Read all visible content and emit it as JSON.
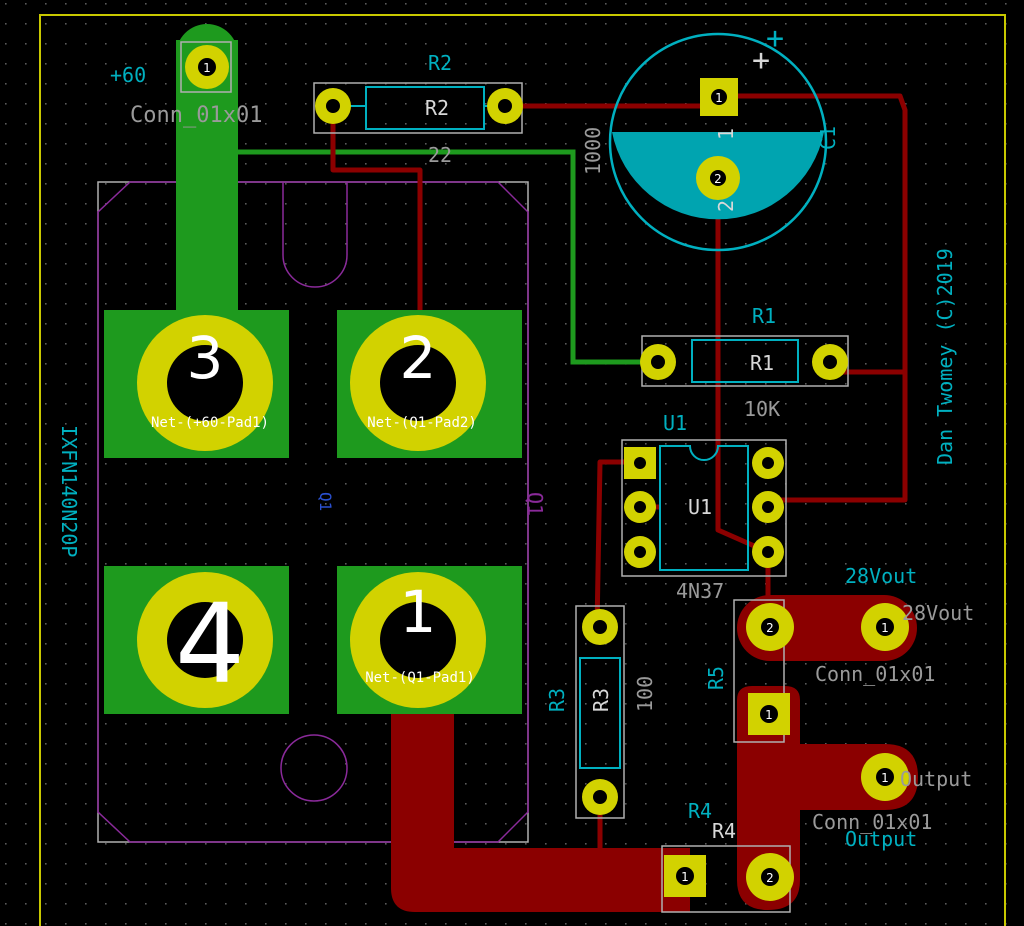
{
  "colors": {
    "background": "#000000",
    "grid": "#5a5a5a",
    "edge": "#c8c800",
    "front_copper": "#8b0000",
    "back_copper": "#1e9a1e",
    "pad": "#d2d200",
    "silkscreen": "#00b0c0",
    "courtyard": "#b0b0b0",
    "fab": "#8a2a9a"
  },
  "labels": {
    "conn_60_value": "+60",
    "conn_60_ref": "Conn_01x01",
    "r2_ref_top": "R2",
    "r2_ref_body": "R2",
    "r2_value": "22",
    "c1_ref": "C1",
    "c1_value": "1000",
    "c1_plus": "+",
    "c1_pin1": "1",
    "c1_pin2": "2",
    "r1_ref_top": "R1",
    "r1_ref_body": "R1",
    "r1_value": "10K",
    "u1_ref_top": "U1",
    "u1_ref_body": "U1",
    "u1_value": "4N37",
    "copyright": "Dan Twomey (C)2019",
    "q1_value": "IXFN140N20P",
    "q1_ref_fab_left": "Q1",
    "q1_ref_fab_right": "Q1",
    "q1_pad1": "1",
    "q1_pad2": "2",
    "q1_pad3": "3",
    "q1_pad4": "4",
    "net_pad3": "Net-(+60-Pad1)",
    "net_pad2": "Net-(Q1-Pad2)",
    "net_pad1": "Net-(Q1-Pad1)",
    "r3_ref_side": "R3",
    "r3_ref_body": "R3",
    "r3_value": "100",
    "r4_ref_top": "R4",
    "r4_ref_body": "R4",
    "r5_ref": "R5",
    "out28_value": "28Vout",
    "out28_ref": "28Vout",
    "out28_conn": "Conn_01x01",
    "output_value": "Output",
    "output_ref": "Output",
    "output_conn": "Conn_01x01",
    "pad_num_1": "1",
    "pad_num_2": "2"
  }
}
